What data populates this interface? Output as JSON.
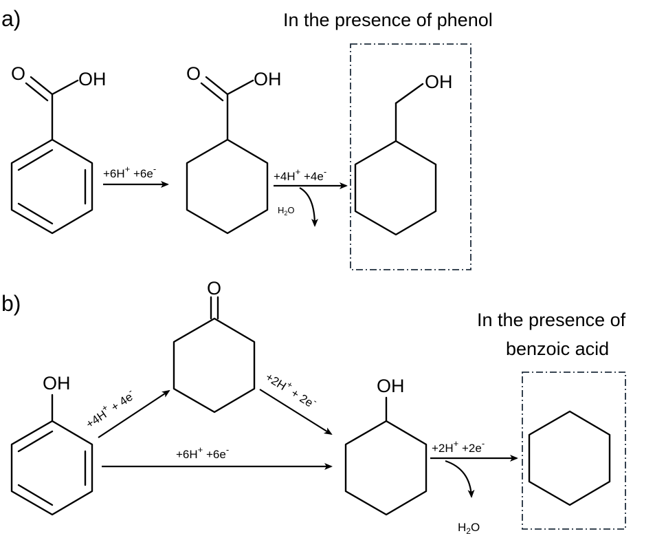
{
  "panels": {
    "a": {
      "label": "a)"
    },
    "b": {
      "label": "b)"
    }
  },
  "notes": {
    "a_condition": "In the presence of phenol",
    "b_condition_line1": "In the presence of",
    "b_condition_line2": "benzoic acid"
  },
  "atoms": {
    "O": "O",
    "OH": "OH"
  },
  "conditions": {
    "a_step1_main": "+6H",
    "a_step1_sup1": "+",
    "a_step1_mid": " +6e",
    "a_step1_sup2": "-",
    "a_step2_main": "+4H",
    "a_step2_sup1": "+",
    "a_step2_mid": " +4e",
    "a_step2_sup2": "-",
    "b_step_ketone_main": "+4H",
    "b_step_ketone_sup1": "+",
    "b_step_ketone_mid": " + 4e",
    "b_step_ketone_sup2": "-",
    "b_step_ketol_main": "+2H",
    "b_step_ketol_sup1": "+",
    "b_step_ketol_mid": " + 2e",
    "b_step_ketol_sup2": "-",
    "b_step_direct_main": "+6H",
    "b_step_direct_sup1": "+",
    "b_step_direct_mid": " +6e",
    "b_step_direct_sup2": "-",
    "b_step_final_main": "+2H",
    "b_step_final_sup1": "+",
    "b_step_final_mid": " +2e",
    "b_step_final_sup2": "-"
  },
  "byproducts": {
    "water_H": "H",
    "water_sub": "2",
    "water_O": "O"
  },
  "compounds": [
    {
      "name": "benzoic acid"
    },
    {
      "name": "cyclohexanecarboxylic acid"
    },
    {
      "name": "cyclohexylmethanol"
    },
    {
      "name": "phenol"
    },
    {
      "name": "cyclohexanone"
    },
    {
      "name": "cyclohexanol"
    },
    {
      "name": "cyclohexane"
    }
  ]
}
